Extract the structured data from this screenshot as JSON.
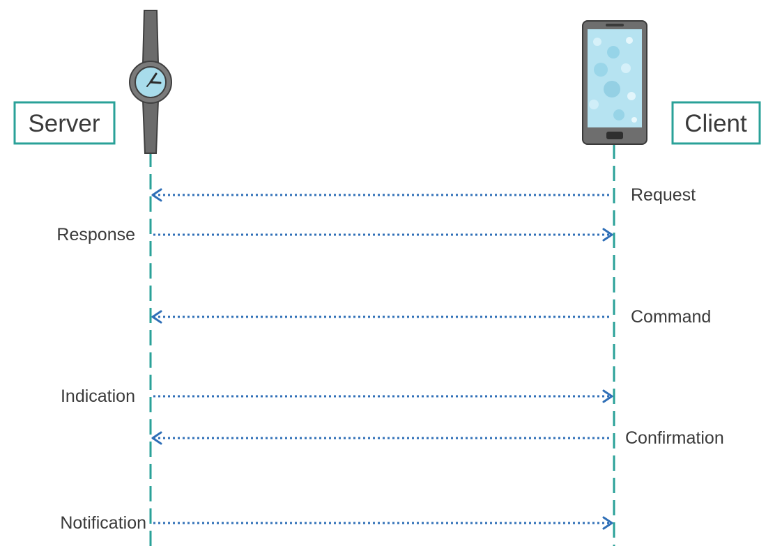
{
  "participants": {
    "server": {
      "label": "Server",
      "device_icon": "smartwatch-icon"
    },
    "client": {
      "label": "Client",
      "device_icon": "smartphone-icon"
    }
  },
  "colors": {
    "lifeline": "#2aa198",
    "message_arrow": "#2f6fb7",
    "label_text": "#3a3a3a",
    "box_border": "#2aa198"
  },
  "messages": [
    {
      "label": "Request",
      "from": "client",
      "to": "server"
    },
    {
      "label": "Response",
      "from": "server",
      "to": "client"
    },
    {
      "label": "Command",
      "from": "client",
      "to": "server"
    },
    {
      "label": "Indication",
      "from": "server",
      "to": "client"
    },
    {
      "label": "Confirmation",
      "from": "client",
      "to": "server"
    },
    {
      "label": "Notification",
      "from": "server",
      "to": "client"
    }
  ]
}
